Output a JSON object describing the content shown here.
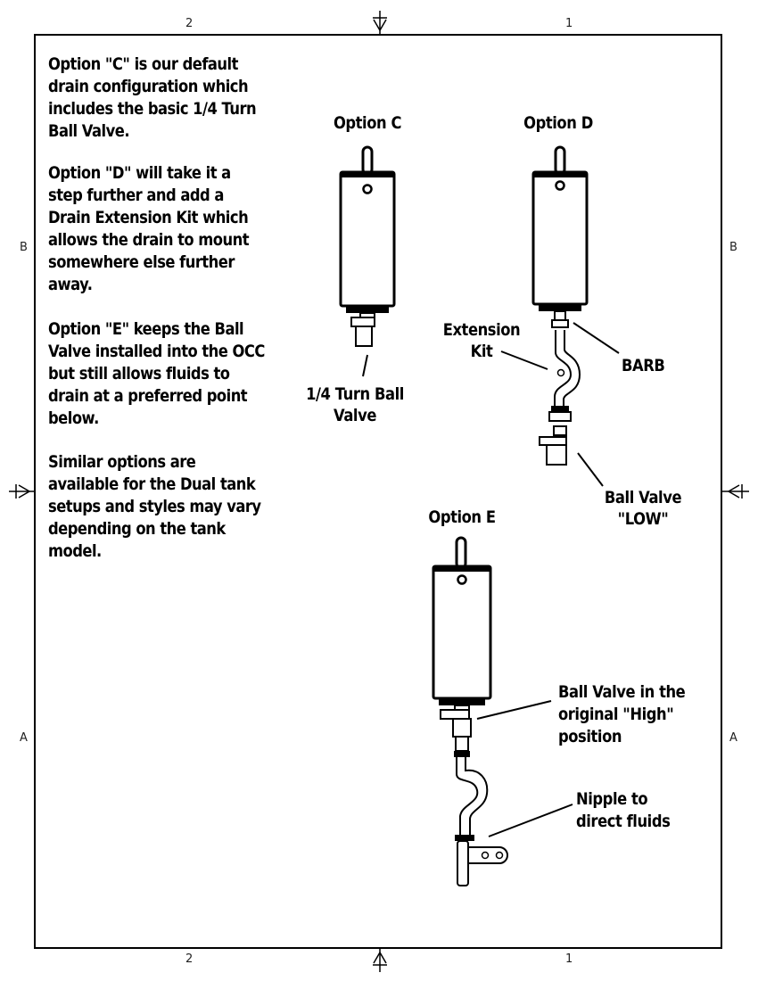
{
  "border": {
    "top_zones": [
      "2",
      "1"
    ],
    "bottom_zones": [
      "2",
      "1"
    ],
    "left_zones": [
      "B",
      "A"
    ],
    "right_zones": [
      "B",
      "A"
    ]
  },
  "description": [
    "Option \"C\" is our default drain configuration which includes the basic 1/4 Turn Ball Valve.",
    "Option \"D\" will take it a step further and add a Drain Extension Kit which allows the drain to mount somewhere else further away.",
    "Option \"E\" keeps the Ball Valve installed into the OCC but still allows fluids to drain at a preferred point below.",
    "Similar options are available for the Dual tank setups and styles may vary depending on the tank model."
  ],
  "option_c": {
    "title": "Option C",
    "label_line1": "1/4 Turn Ball",
    "label_line2": "Valve"
  },
  "option_d": {
    "title": "Option D",
    "extension_line1": "Extension",
    "extension_line2": "Kit",
    "barb": "BARB",
    "valve_line1": "Ball Valve",
    "valve_line2": "\"LOW\""
  },
  "option_e": {
    "title": "Option E",
    "valve_line1": "Ball Valve in the",
    "valve_line2": "original \"High\"",
    "valve_line3": "position",
    "nipple_line1": "Nipple to",
    "nipple_line2": "direct fluids"
  }
}
